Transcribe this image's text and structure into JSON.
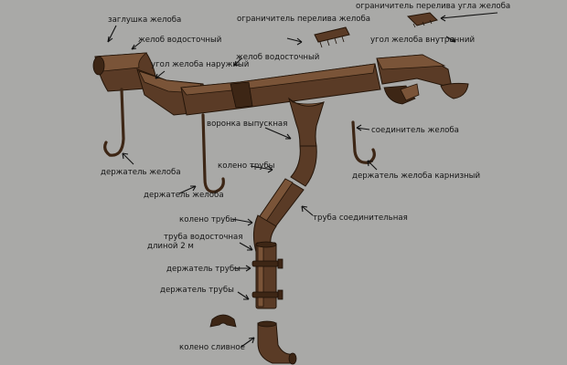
{
  "labels": {
    "end_cap": "заглушка желоба",
    "corner_limiter": "ограничитель перелива угла желоба",
    "overflow_limiter": "ограничитель перелива желоба",
    "gutter": "желоб водосточный",
    "inner_corner": "угол желоба внутренний",
    "outer_corner": "угол желоба наружный",
    "gutter2": "желоб водосточный",
    "connector": "соединитель желоба",
    "funnel": "воронка выпускная",
    "holder1": "держатель желоба",
    "pipe_elbow1": "колено трубы",
    "cornice_holder": "держатель желоба карнизный",
    "holder2": "держатель желоба",
    "connecting_pipe": "труба соединительная",
    "pipe_elbow2": "колено трубы",
    "drain_pipe_1": "труба водосточная",
    "drain_pipe_2": "длиной 2 м",
    "pipe_holder1": "держатель трубы",
    "pipe_holder2": "держатель трубы",
    "drain_elbow": "колено сливное"
  },
  "colors": {
    "background": "#a9a9a7",
    "metal": "#5a3b26",
    "metal_highlight": "#7a5438",
    "metal_dark": "#3d2615",
    "text": "#141414"
  }
}
